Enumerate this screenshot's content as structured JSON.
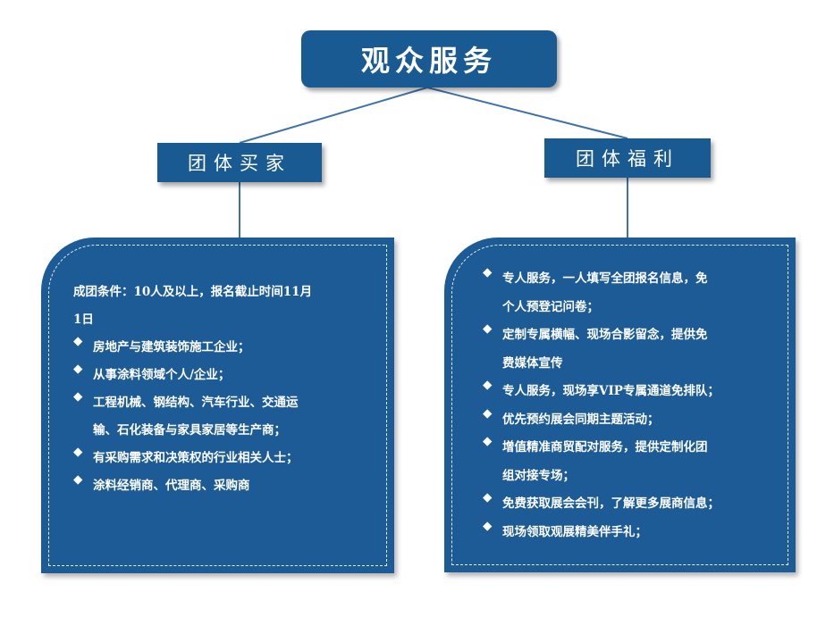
{
  "title": "观众服务",
  "bullet": "◆",
  "left": {
    "heading": "团体买家",
    "condition_lines": [
      "成团条件：10人及以上，报名截止时间11月",
      "1日"
    ],
    "items": [
      [
        "房地产与建筑装饰施工企业；"
      ],
      [
        "从事涂料领域个人/企业；"
      ],
      [
        "工程机械、钢结构、汽车行业、交通运",
        "输、石化装备与家具家居等生产商；"
      ],
      [
        "有采购需求和决策权的行业相关人士；"
      ],
      [
        "涂料经销商、代理商、采购商"
      ]
    ]
  },
  "right": {
    "heading": "团体福利",
    "items": [
      [
        "专人服务，一人填写全团报名信息，免",
        "个人预登记问卷；"
      ],
      [
        "定制专属横幅、现场合影留念，提供免",
        "费媒体宣传"
      ],
      [
        "专人服务，现场享VIP专属通道免排队；"
      ],
      [
        "优先预约展会同期主题活动；"
      ],
      [
        "增值精准商贸配对服务，提供定制化团",
        "组对接专场；"
      ],
      [
        "免费获取展会会刊，了解更多展商信息；"
      ],
      [
        "现场领取观展精美伴手礼；"
      ]
    ]
  },
  "colors": {
    "box_fill": "#1a5a92",
    "panel_fill": "#1d5b96",
    "connector": "#3f73a8",
    "text": "#ffffff"
  }
}
